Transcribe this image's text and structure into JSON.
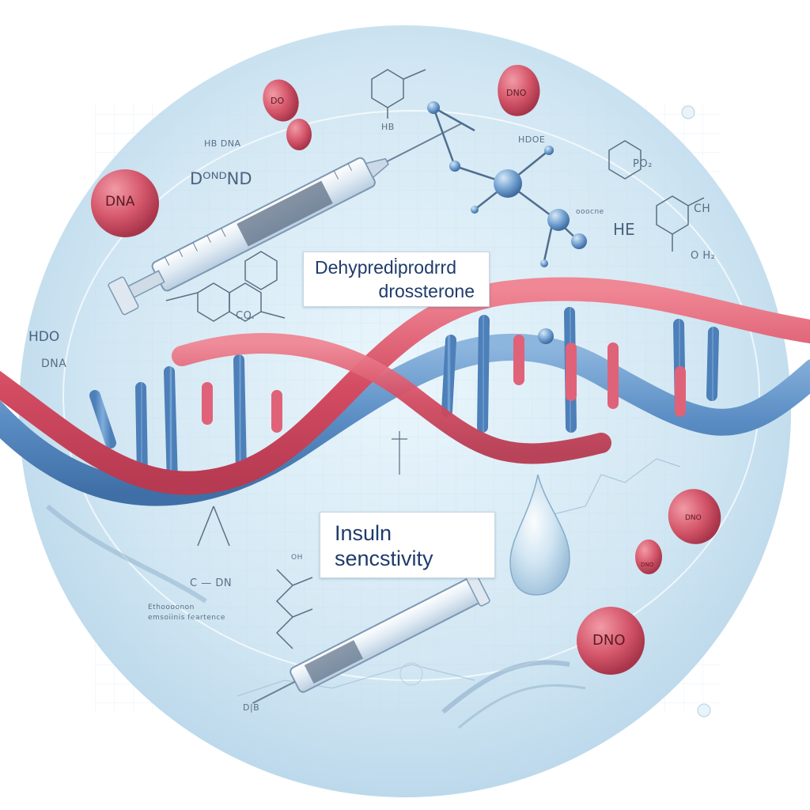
{
  "labels": {
    "dhea_line1": "Dehypredi̇prodrrd",
    "dhea_line2": "drossterone",
    "insulin_line1": "Insuln",
    "insulin_line2": "sencstivity"
  },
  "blobs": {
    "dna_left": "DNA",
    "dna_bottom_right": "DNO",
    "small_top": "DO",
    "drop_top_right": "DNO",
    "small_right_1": "DNO",
    "small_right_2": "DNO"
  },
  "annotations": {
    "hb_dna": "HB DNA",
    "do_nd": "DᴼᴺᴰND",
    "hb": "HB",
    "hdoe": "HDOE",
    "co": "CO.",
    "hdo": "HDO",
    "dna_side": "DNA",
    "he": "HE",
    "ch": "CH",
    "po": "PO₂",
    "oh2": "O H₂",
    "oocene": "ooocne",
    "c_dn": "C — DN",
    "oh": "OH",
    "seq1": "Ethoooonon",
    "seq2": "emsoiinis feartence",
    "db": "D|B"
  },
  "colors": {
    "background_circle": "#d9ecf6",
    "helix_red": "#d9566a",
    "helix_blue": "#5b8ec4",
    "blob_red": "#d45a6a"
  }
}
